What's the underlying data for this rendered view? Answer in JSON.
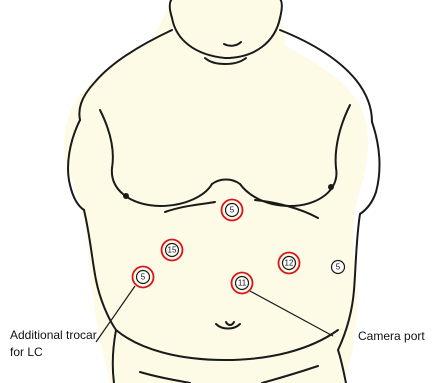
{
  "figure": {
    "ports": [
      {
        "id": "p-epigastric",
        "label": "5",
        "ringed": true
      },
      {
        "id": "p-left-upper",
        "label": "15",
        "ringed": true
      },
      {
        "id": "p-right-upper",
        "label": "12",
        "ringed": true
      },
      {
        "id": "p-right-lateral",
        "label": "5",
        "ringed": false
      },
      {
        "id": "p-umbilical",
        "label": "11",
        "ringed": true
      },
      {
        "id": "p-left-lateral",
        "label": "5",
        "ringed": true
      }
    ],
    "callouts": {
      "trocar_line1": "Additional trocar",
      "trocar_line2": "for LC",
      "camera": "Camera port"
    },
    "colors": {
      "ring": "#d9141c",
      "outline": "#1a1a1a",
      "skin": "#fdfbe6"
    }
  }
}
